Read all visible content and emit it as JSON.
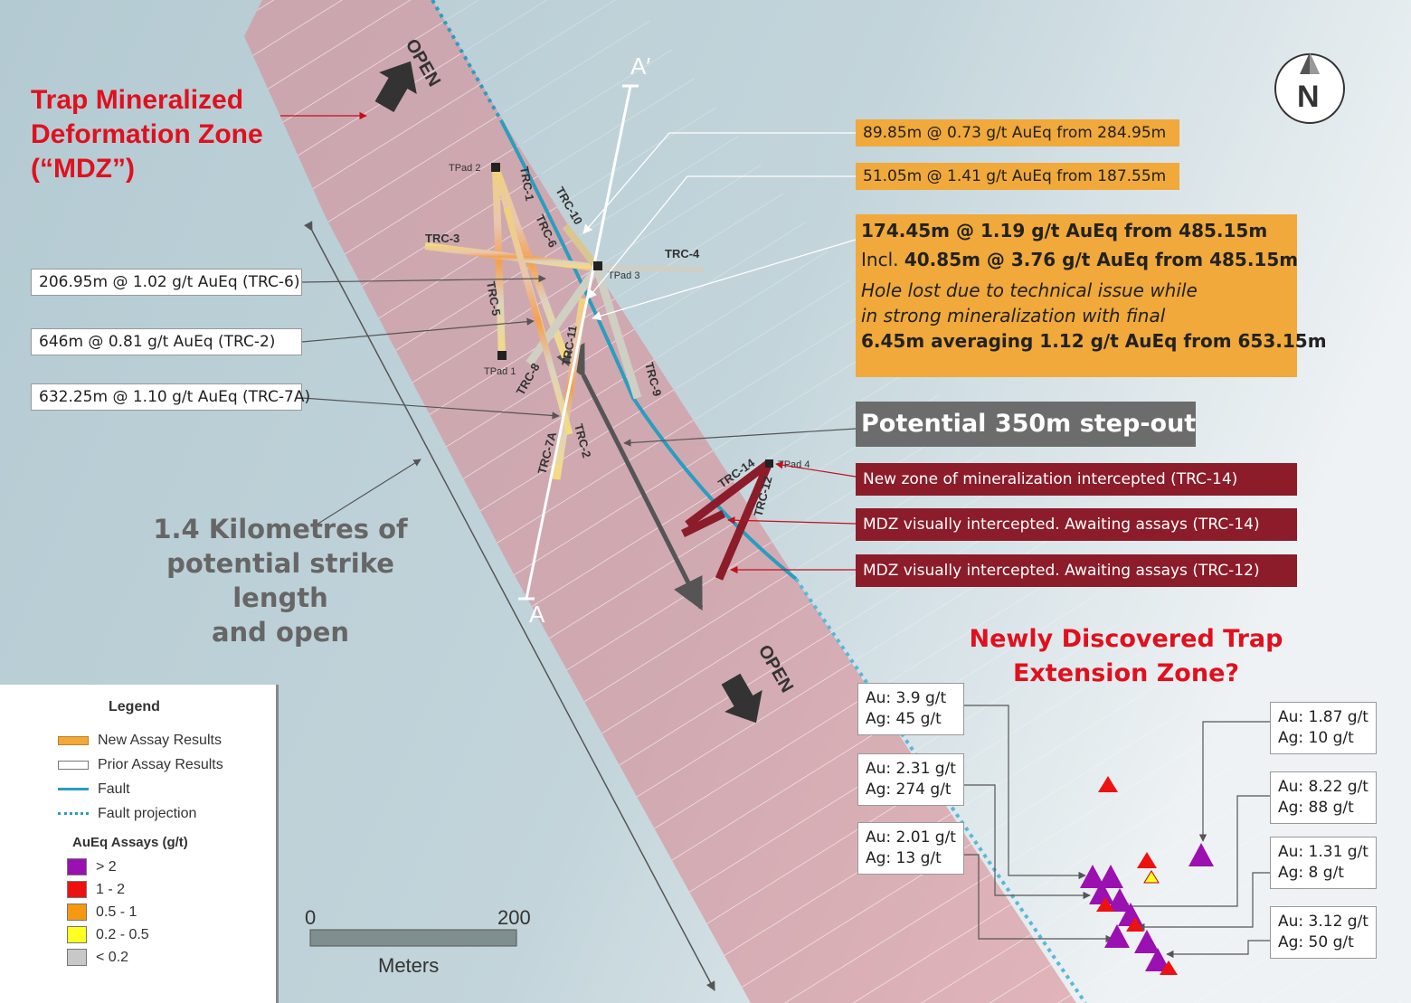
{
  "title": {
    "line1": "Trap Mineralized",
    "line2": "Deformation Zone",
    "line3": "(“MDZ”)"
  },
  "open_labels": [
    "OPEN",
    "OPEN"
  ],
  "section": {
    "a": "A",
    "a_prime": "A′"
  },
  "pads": [
    "TPad 1",
    "TPad 2",
    "TPad 3",
    "TPad 4"
  ],
  "holes": [
    "TRC-1",
    "TRC-2",
    "TRC-3",
    "TRC-4",
    "TRC-5",
    "TRC-6",
    "TRC-7A",
    "TRC-8",
    "TRC-9",
    "TRC-10",
    "TRC-11",
    "TRC-12",
    "TRC-14"
  ],
  "left_callouts": [
    "206.95m @ 1.02 g/t AuEq (TRC-6)",
    "646m @ 0.81 g/t AuEq (TRC-2)",
    "632.25m @ 1.10 g/t AuEq (TRC-7A)"
  ],
  "right_callouts": {
    "c1": "89.85m @ 0.73 g/t AuEq from 284.95m",
    "c2": "51.05m @ 1.41 g/t AuEq from 187.55m",
    "big": {
      "l1": "174.45m @ 1.19 g/t AuEq from 485.15m",
      "l2_prefix": "Incl.",
      "l2": "40.85m @ 3.76 g/t AuEq from 485.15m",
      "l3": "Hole lost due to technical issue while",
      "l4": "in strong mineralization with final",
      "l5": "6.45m averaging 1.12 g/t AuEq from 653.15m"
    }
  },
  "step_out": "Potential 350m step-out",
  "red_callouts": [
    "New zone of mineralization intercepted (TRC-14)",
    "MDZ visually intercepted. Awaiting assays (TRC-14)",
    "MDZ visually intercepted. Awaiting assays (TRC-12)"
  ],
  "strike": {
    "l1": "1.4 Kilometres of",
    "l2": "potential strike length",
    "l3": "and open"
  },
  "extension": {
    "l1": "Newly Discovered Trap",
    "l2": "Extension Zone?"
  },
  "samples_left": [
    {
      "au": "Au: 3.9 g/t",
      "ag": "Ag: 45 g/t"
    },
    {
      "au": "Au: 2.31 g/t",
      "ag": "Ag: 274 g/t"
    },
    {
      "au": "Au: 2.01 g/t",
      "ag": "Ag: 13 g/t"
    }
  ],
  "samples_right": [
    {
      "au": "Au: 1.87 g/t",
      "ag": "Ag: 10 g/t"
    },
    {
      "au": "Au: 8.22 g/t",
      "ag": "Ag: 88 g/t"
    },
    {
      "au": "Au: 1.31 g/t",
      "ag": "Ag: 8 g/t"
    },
    {
      "au": "Au: 3.12 g/t",
      "ag": "Ag: 50 g/t"
    }
  ],
  "legend": {
    "title": "Legend",
    "items": [
      "New Assay Results",
      "Prior Assay Results",
      "Fault",
      "Fault projection"
    ],
    "assay_title": "AuEq Assays (g/t)",
    "classes": [
      {
        "label": "> 2",
        "color": "#9b10b0"
      },
      {
        "label": "1 - 2",
        "color": "#ee1111"
      },
      {
        "label": "0.5 - 1",
        "color": "#f59a10"
      },
      {
        "label": "0.2 - 0.5",
        "color": "#ffff22"
      },
      {
        "label": "< 0.2",
        "color": "#c8c8c8"
      }
    ]
  },
  "scale": {
    "min": "0",
    "max": "200",
    "unit": "Meters"
  },
  "north": "N",
  "colors": {
    "mdz": "#d98c95",
    "fault": "#2a9dc0",
    "callout_orange": "#f0a93a",
    "callout_red": "#8c1c2a",
    "title_red": "#e0101e"
  }
}
